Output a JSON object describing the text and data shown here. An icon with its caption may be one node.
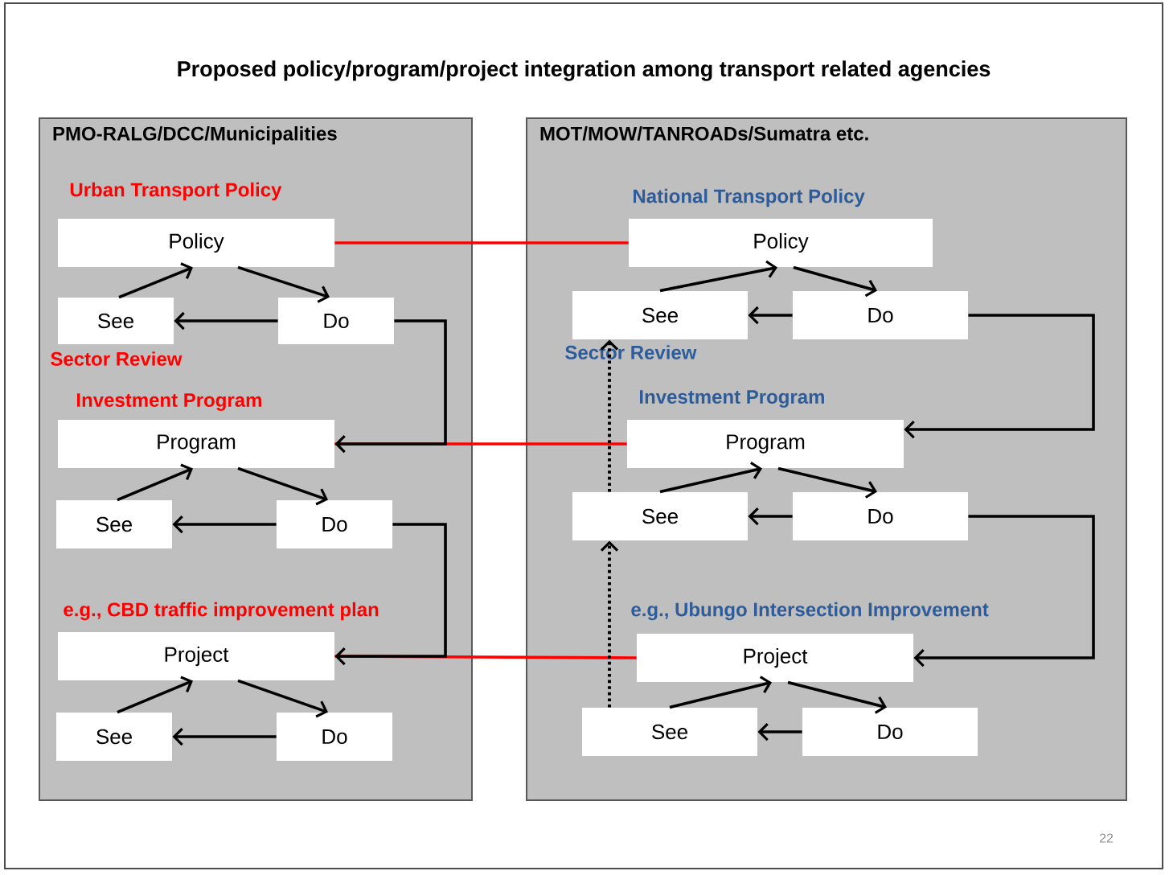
{
  "diagram": {
    "title": "Proposed policy/program/project integration among transport related agencies",
    "nodes": [
      {
        "text": [
          "PMO-RALG/DCC/Municipalities"
        ]
      },
      {
        "text": [
          "MOT/MOW/TANROADs/Sumatra etc."
        ]
      },
      {
        "text": [
          "Policy"
        ],
        "in": 0,
        "beside": [
          "Urban Transport Policy"
        ]
      },
      {
        "text": [
          "See"
        ],
        "in": 0
      },
      {
        "text": [
          "Do"
        ],
        "in": 0
      },
      {
        "text": [
          "Program"
        ],
        "in": 0,
        "beside": [
          "Investment Program"
        ]
      },
      {
        "text": [
          "See"
        ],
        "in": 0
      },
      {
        "text": [
          "Do"
        ],
        "in": 0
      },
      {
        "text": [
          "Project"
        ],
        "in": 0,
        "beside": [
          "e.g., CBD traffic improvement plan"
        ]
      },
      {
        "text": [
          "See"
        ],
        "in": 0
      },
      {
        "text": [
          "Do"
        ],
        "in": 0
      },
      {
        "text": [
          "Policy"
        ],
        "in": 1,
        "beside": [
          "National Transport Policy"
        ]
      },
      {
        "text": [
          "See"
        ],
        "in": 1
      },
      {
        "text": [
          "Do"
        ],
        "in": 1
      },
      {
        "text": [
          "Program"
        ],
        "in": 1,
        "beside": [
          "Investment Program"
        ]
      },
      {
        "text": [
          "See"
        ],
        "in": 1
      },
      {
        "text": [
          "Do"
        ],
        "in": 1
      },
      {
        "text": [
          "Project"
        ],
        "in": 1,
        "beside": [
          "e.g., Ubungo Intersection Improvement"
        ]
      },
      {
        "text": [
          "See"
        ],
        "in": 1
      },
      {
        "text": [
          "Do"
        ],
        "in": 1
      }
    ],
    "edges": [
      {
        "from": 3,
        "to": 2,
        "arrow": "to"
      },
      {
        "from": 2,
        "to": 4,
        "arrow": "to"
      },
      {
        "from": 4,
        "to": 3,
        "arrow": "to"
      },
      {
        "from": 4,
        "to": 5,
        "arrow": "to"
      },
      {
        "from": 6,
        "to": 5,
        "arrow": "to"
      },
      {
        "from": 5,
        "to": 7,
        "arrow": "to"
      },
      {
        "from": 7,
        "to": 6,
        "arrow": "to"
      },
      {
        "from": 7,
        "to": 8,
        "arrow": "to"
      },
      {
        "from": 9,
        "to": 8,
        "arrow": "to"
      },
      {
        "from": 8,
        "to": 10,
        "arrow": "to"
      },
      {
        "from": 10,
        "to": 9,
        "arrow": "to"
      },
      {
        "from": 12,
        "to": 11,
        "arrow": "to"
      },
      {
        "from": 11,
        "to": 13,
        "arrow": "to"
      },
      {
        "from": 13,
        "to": 12,
        "arrow": "to"
      },
      {
        "from": 13,
        "to": 14,
        "arrow": "to"
      },
      {
        "from": 15,
        "to": 14,
        "arrow": "to"
      },
      {
        "from": 14,
        "to": 16,
        "arrow": "to"
      },
      {
        "from": 16,
        "to": 15,
        "arrow": "to"
      },
      {
        "from": 16,
        "to": 17,
        "arrow": "to"
      },
      {
        "from": 18,
        "to": 17,
        "arrow": "to"
      },
      {
        "from": 17,
        "to": 19,
        "arrow": "to"
      },
      {
        "from": 19,
        "to": 18,
        "arrow": "to"
      },
      {
        "from": 2,
        "to": 11,
        "arrow": "none",
        "color": "#ff0000"
      },
      {
        "from": 5,
        "to": 14,
        "arrow": "none",
        "color": "#ff0000"
      },
      {
        "from": 8,
        "to": 17,
        "arrow": "none",
        "color": "#ff0000"
      },
      {
        "from": 18,
        "to": 15,
        "arrow": "to",
        "style": "dashed"
      },
      {
        "from": 15,
        "to": 12,
        "arrow": "to",
        "style": "dashed"
      }
    ],
    "labels": [
      "Sector Review",
      "Sector Review",
      "22"
    ]
  }
}
